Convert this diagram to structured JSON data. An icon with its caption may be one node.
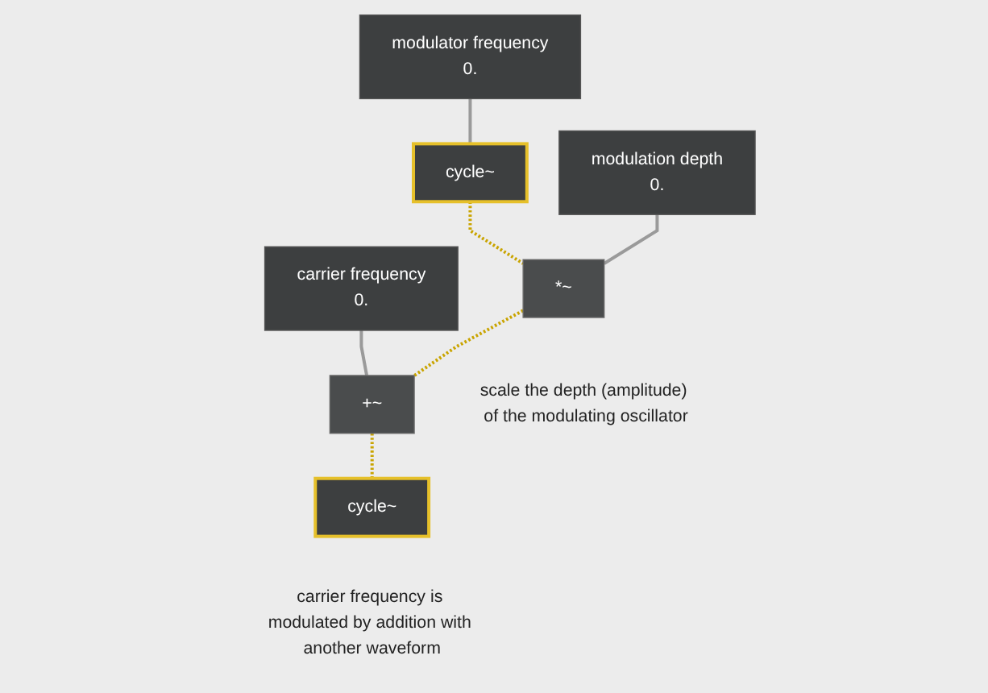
{
  "diagram": {
    "nodes": [
      {
        "text": [
          "carrier frequency",
          "0."
        ]
      },
      {
        "text": [
          "modulator frequency",
          "0."
        ]
      },
      {
        "text": [
          "modulation depth",
          "0."
        ]
      },
      {
        "text": [
          "cycle~"
        ]
      },
      {
        "text": [
          "*~"
        ],
        "beside": [
          "scale the depth (amplitude) of the modulating oscillator"
        ]
      },
      {
        "text": [
          "+~"
        ]
      },
      {
        "text": [
          "cycle~"
        ],
        "beside": [
          "carrier frequency is modulated by addition with another waveform"
        ]
      }
    ],
    "edges": [
      {
        "from": 1,
        "to": 3,
        "arrow": "none"
      },
      {
        "from": 3,
        "to": 4,
        "arrow": "none",
        "style": "dashed",
        "color": "#c9a400"
      },
      {
        "from": 2,
        "to": 4,
        "arrow": "none"
      },
      {
        "from": 0,
        "to": 5,
        "arrow": "none"
      },
      {
        "from": 4,
        "to": 5,
        "arrow": "none",
        "style": "dashed",
        "color": "#c9a400"
      },
      {
        "from": 5,
        "to": 6,
        "arrow": "none",
        "style": "dashed",
        "color": "#c9a400"
      }
    ]
  }
}
